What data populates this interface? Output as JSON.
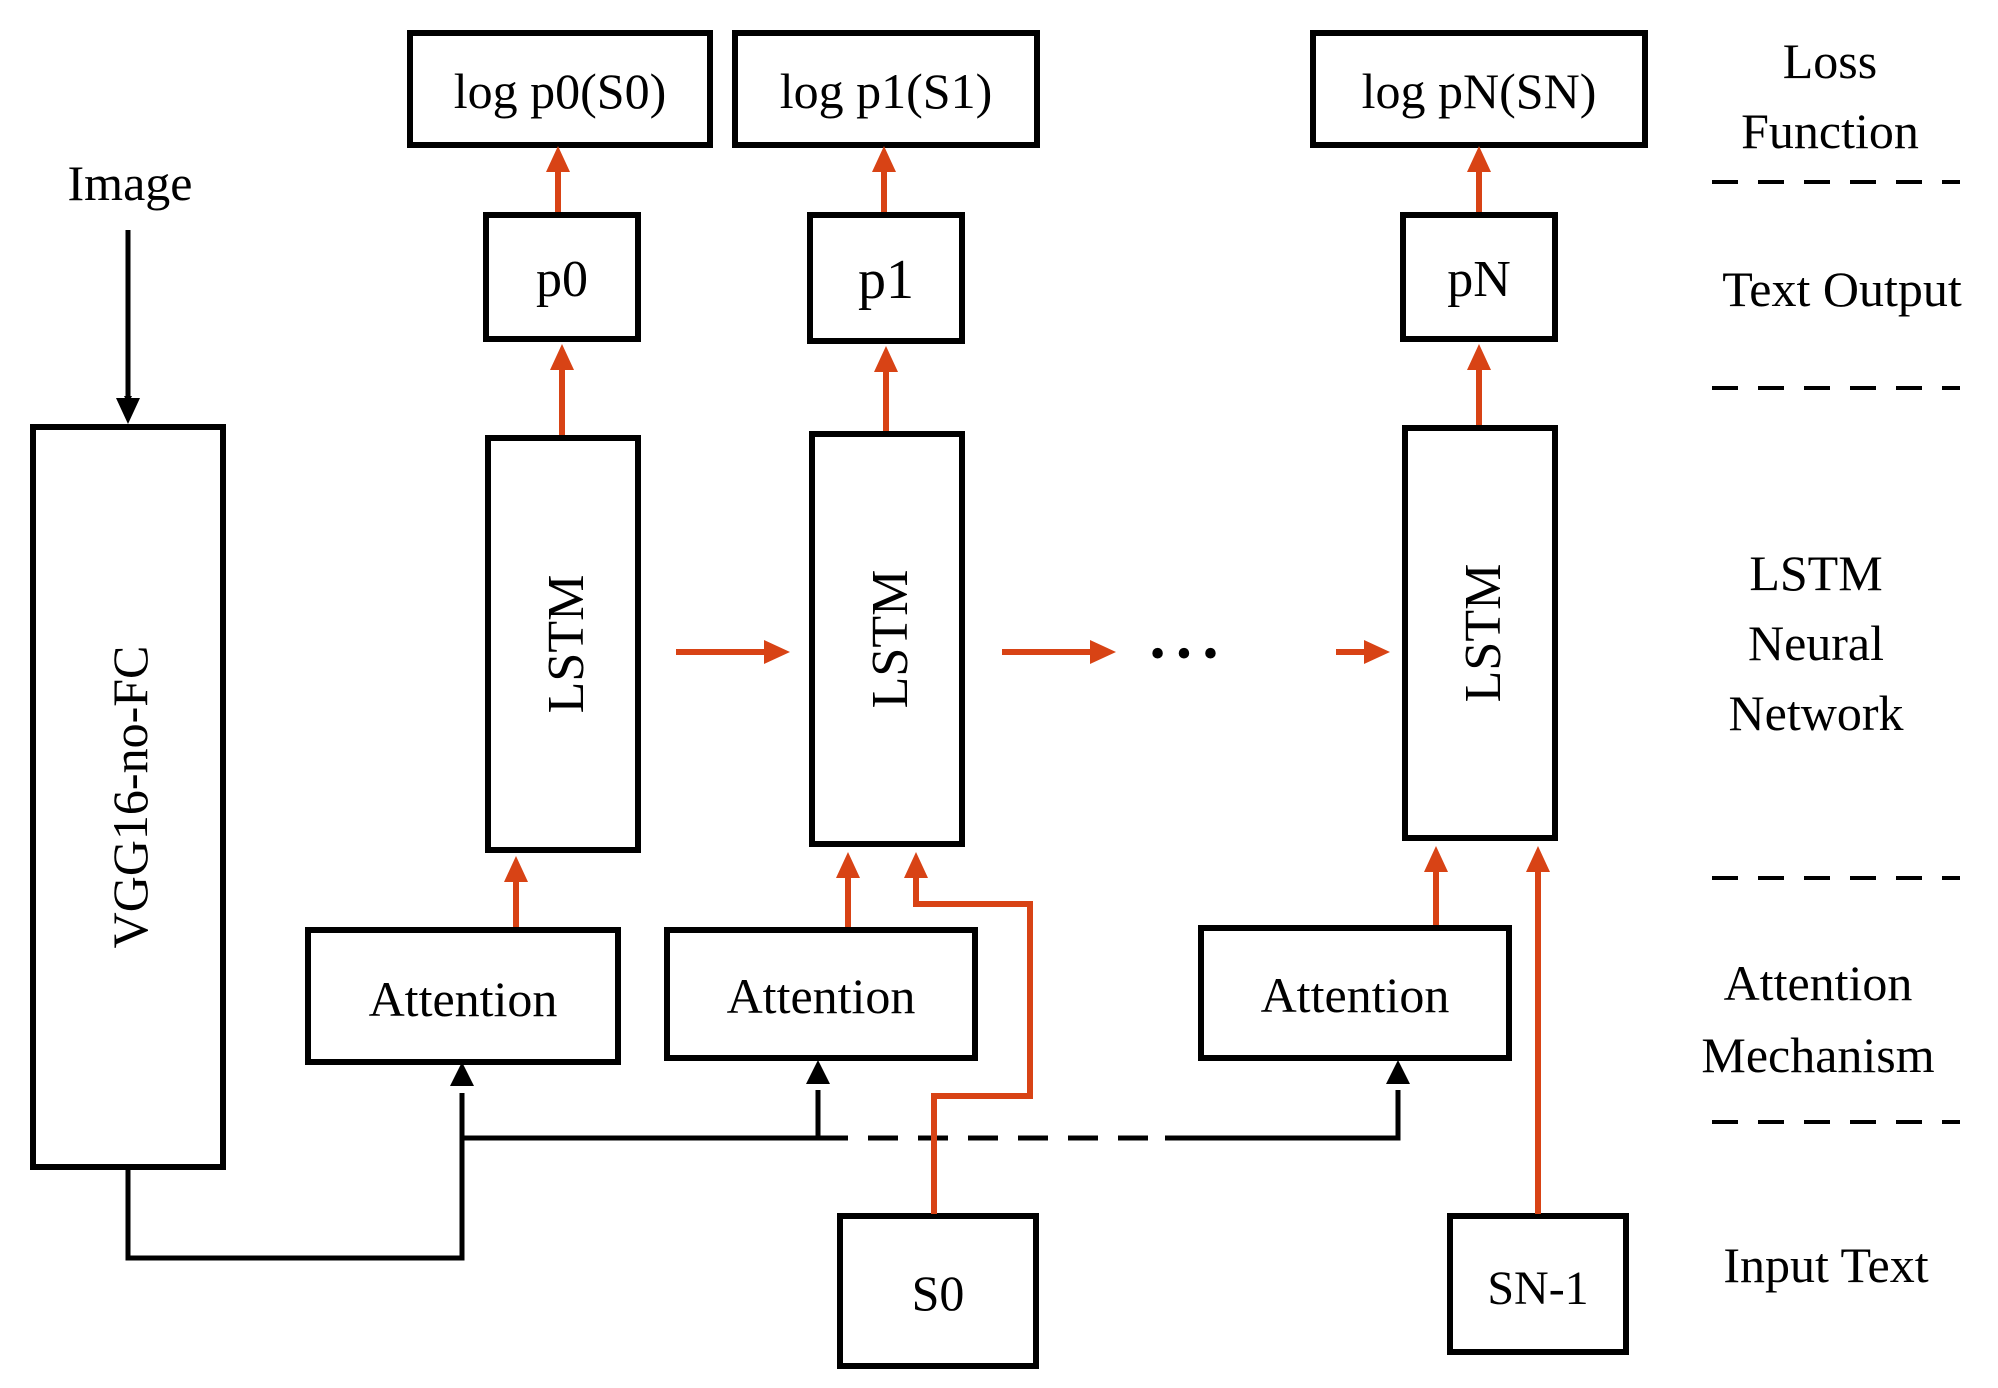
{
  "input": {
    "image_label": "Image"
  },
  "encoder": {
    "label": "VGG16-no-FC"
  },
  "steps": [
    {
      "loss_label": "log p0(S0)",
      "output_label": "p0",
      "lstm_label": "LSTM",
      "attention_label": "Attention"
    },
    {
      "loss_label": "log p1(S1)",
      "output_label": "p1",
      "lstm_label": "LSTM",
      "attention_label": "Attention"
    },
    {
      "loss_label": "log pN(SN)",
      "output_label": "pN",
      "lstm_label": "LSTM",
      "attention_label": "Attention"
    }
  ],
  "ellipsis": "• • •",
  "input_text_boxes": [
    "S0",
    "SN-1"
  ],
  "layers": {
    "loss": [
      "Loss",
      "Function"
    ],
    "text_output": [
      "Text Output"
    ],
    "lstm": [
      "LSTM",
      "Neural",
      "Network"
    ],
    "attention": [
      "Attention",
      "Mechanism"
    ],
    "input_text": [
      "Input Text"
    ]
  },
  "colors": {
    "flow_arrow": "#D84315",
    "line": "#000000"
  }
}
